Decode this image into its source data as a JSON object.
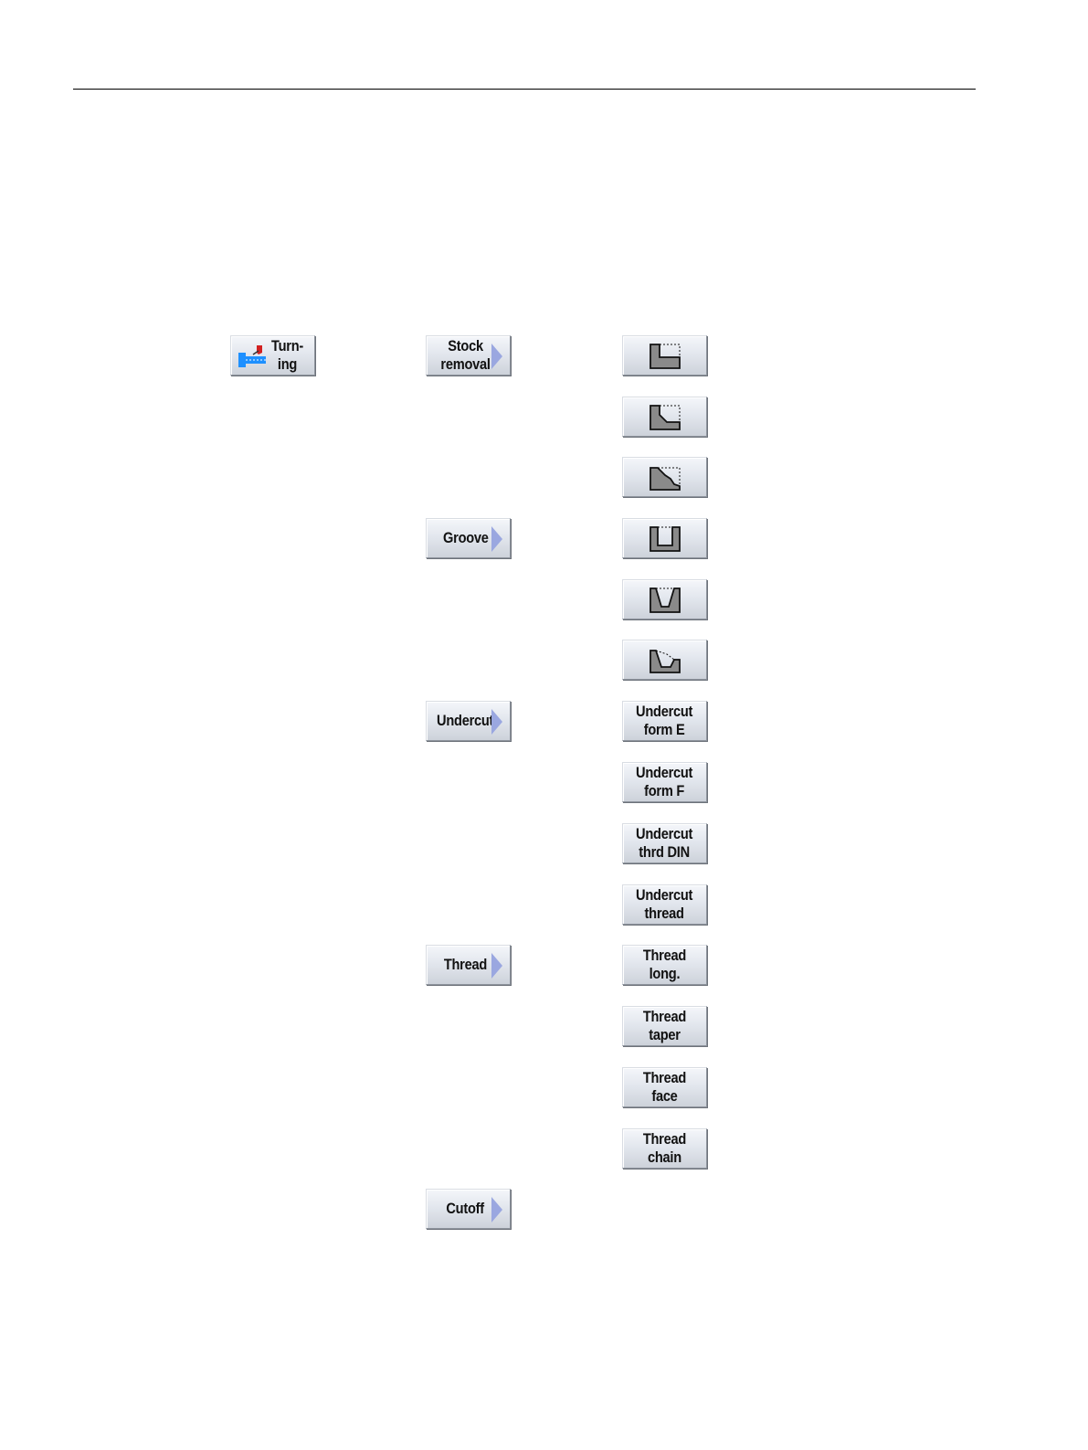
{
  "main_button": {
    "label": "Turn-\ning",
    "icon": "turning-icon"
  },
  "categories": [
    {
      "id": "stock",
      "label": "Stock\nremoval"
    },
    {
      "id": "groove",
      "label": "Groove"
    },
    {
      "id": "undercut",
      "label": "Undercut"
    },
    {
      "id": "thread",
      "label": "Thread"
    },
    {
      "id": "cutoff",
      "label": "Cutoff"
    }
  ],
  "cycles": {
    "stock_icons": [
      "stock-removal-rectangle-icon",
      "stock-removal-chamfer-icon",
      "stock-removal-contour-icon"
    ],
    "groove_icons": [
      "groove-rectangular-icon",
      "groove-trapezoid-icon",
      "groove-inclined-icon"
    ],
    "undercut": [
      "Undercut\nform E",
      "Undercut\nform F",
      "Undercut\nthrd DIN",
      "Undercut\nthread"
    ],
    "thread": [
      "Thread\nlong.",
      "Thread\ntaper",
      "Thread\nface",
      "Thread\nchain"
    ]
  },
  "colors": {
    "arrow": "#9aa7e0",
    "shape_fill": "#8a8a8a",
    "icon_blue": "#1e90ff",
    "icon_red": "#d22020"
  }
}
